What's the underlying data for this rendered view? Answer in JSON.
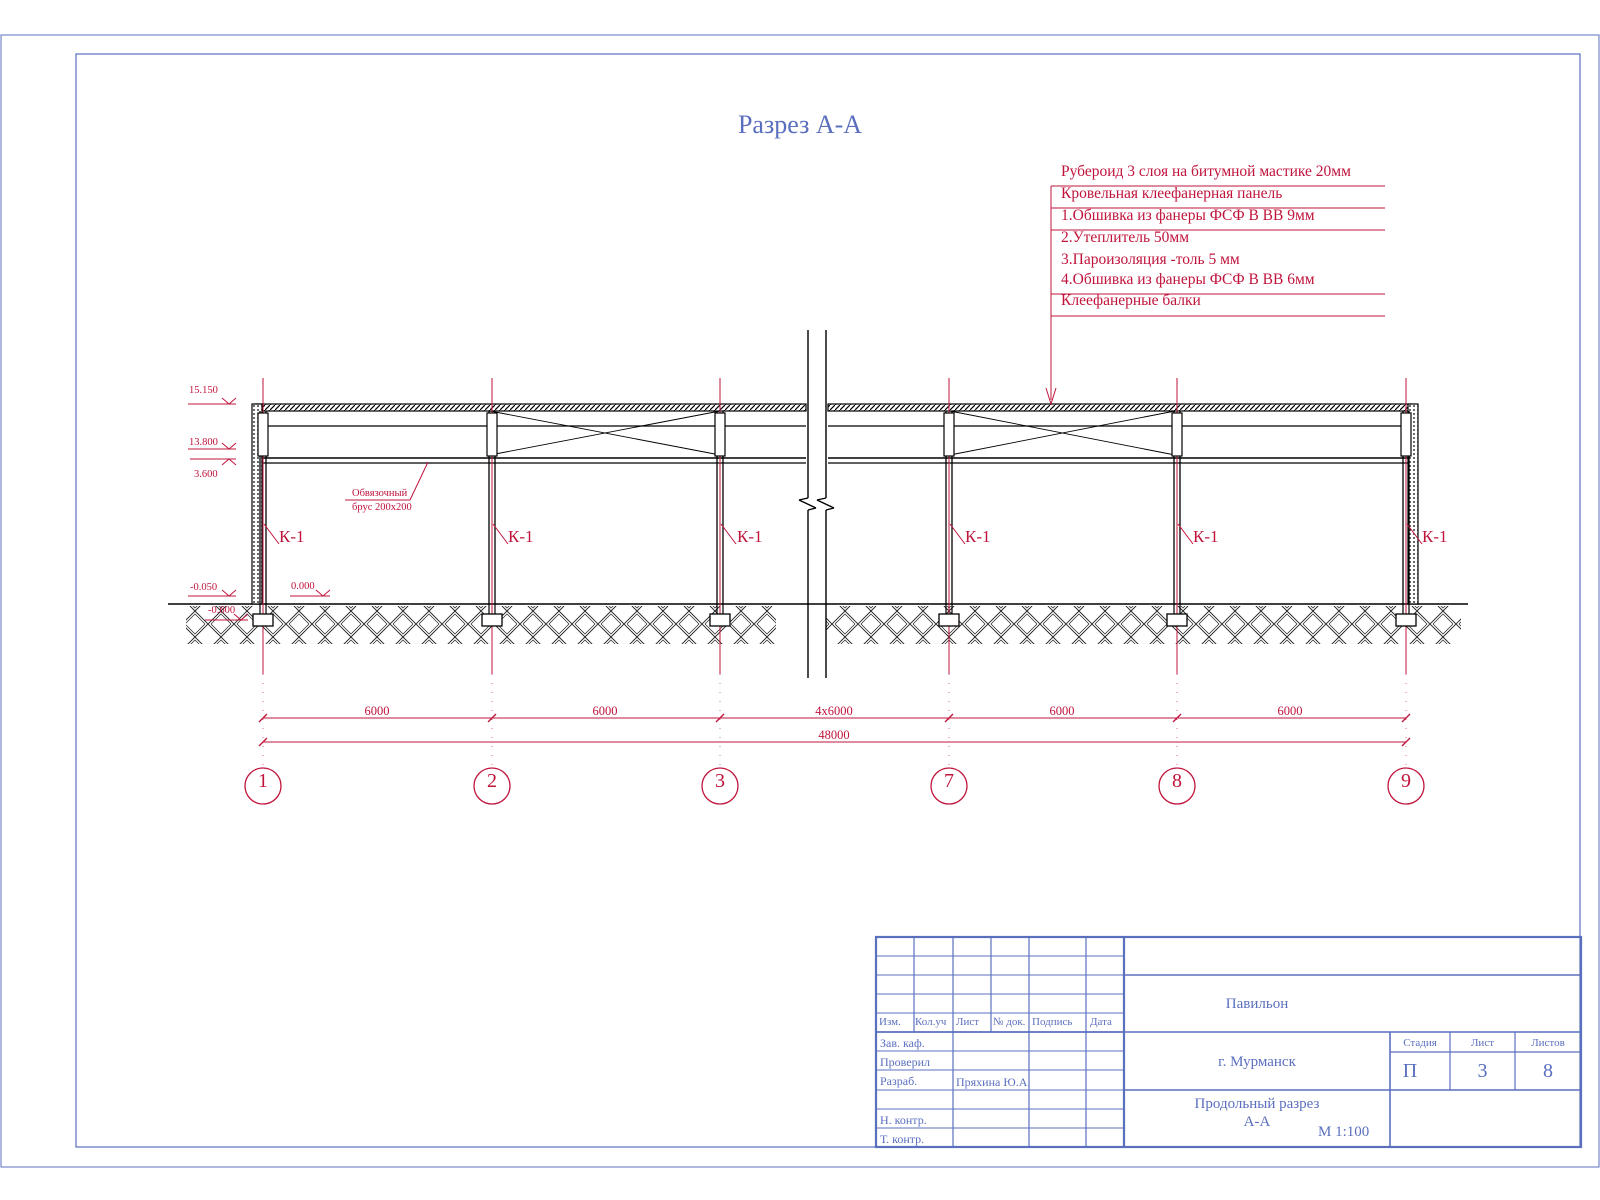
{
  "drawing": {
    "title": "Разрез А-А",
    "roof_layers": [
      "Рубероид 3 слоя на битумной мастике 20мм",
      "Кровельная клеефанерная панель",
      "1.Обшивка из фанеры ФСФ В ВВ 9мм",
      "2.Утеплитель 50мм",
      "3.Пароизоляция -толь 5 мм",
      "4.Обшивка из фанеры ФСФ В ВВ 6мм",
      "Клеефанерные балки"
    ],
    "elevations": {
      "top": "15.150",
      "beam": "13.800",
      "mid": "3.600",
      "ground": "-0.050",
      "floor": "0.000",
      "foundation": "-0.600"
    },
    "strapping_label_line1": "Обвязочный",
    "strapping_label_line2": "брус 200х200",
    "column_label": "К-1",
    "axes": [
      "1",
      "2",
      "3",
      "7",
      "8",
      "9"
    ],
    "spans": [
      "6000",
      "6000",
      "4х6000",
      "6000",
      "6000"
    ],
    "total_length": "48000"
  },
  "title_block": {
    "headers": [
      "Изм.",
      "Кол.уч",
      "Лист",
      "№ док.",
      "Подпись",
      "Дата"
    ],
    "rows": [
      "Зав. каф.",
      "Проверил",
      "Разраб.",
      "",
      "Н. контр.",
      "Т. контр."
    ],
    "developer_name": "Пряхина Ю.А.",
    "project_name": "Павильон",
    "location": "г. Мурманск",
    "sheet_title_line1": "Продольный разрез",
    "sheet_title_line2": "А-А",
    "scale": "М 1:100",
    "stage_label": "Стадия",
    "sheet_label": "Лист",
    "sheets_label": "Листов",
    "stage_value": "П",
    "sheet_value": "3",
    "sheets_value": "8"
  },
  "colors": {
    "frame": "#5b6fbf",
    "drawing": "#c0143c",
    "structure": "#000000"
  }
}
